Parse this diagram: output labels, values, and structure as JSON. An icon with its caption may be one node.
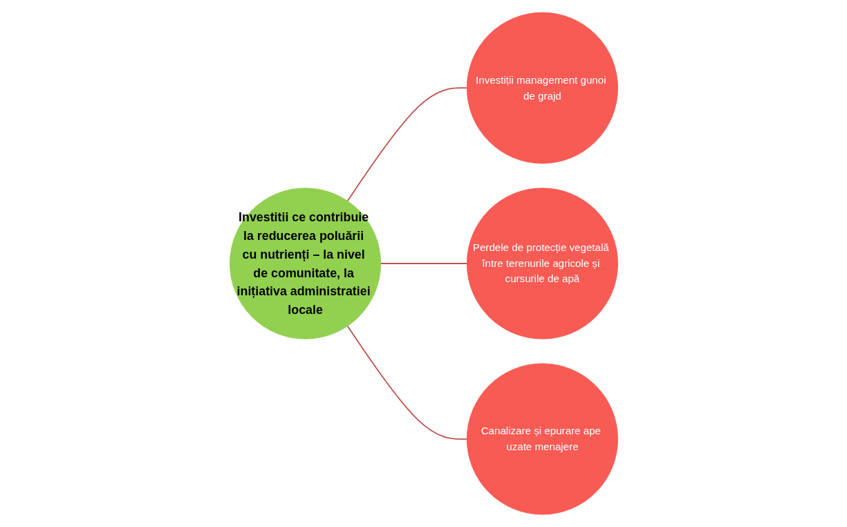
{
  "diagram": {
    "nodes": [
      {
        "text": [
          "Investitii ce contribuie la reducerea poluării cu nutrienți – la nivel de comunitate, la inițiativa administratiei locale"
        ]
      },
      {
        "text": [
          "Investiții management gunoi de grajd"
        ]
      },
      {
        "text": [
          "Perdele de protecție vegetală între terenurile agricole și cursurile de apă"
        ]
      },
      {
        "text": [
          "Canalizare și epurare ape uzate menajere"
        ]
      }
    ],
    "edges": [
      {
        "from": 0,
        "to": 1,
        "arrow": "none"
      },
      {
        "from": 0,
        "to": 2,
        "arrow": "none"
      },
      {
        "from": 0,
        "to": 3,
        "arrow": "none"
      }
    ]
  }
}
